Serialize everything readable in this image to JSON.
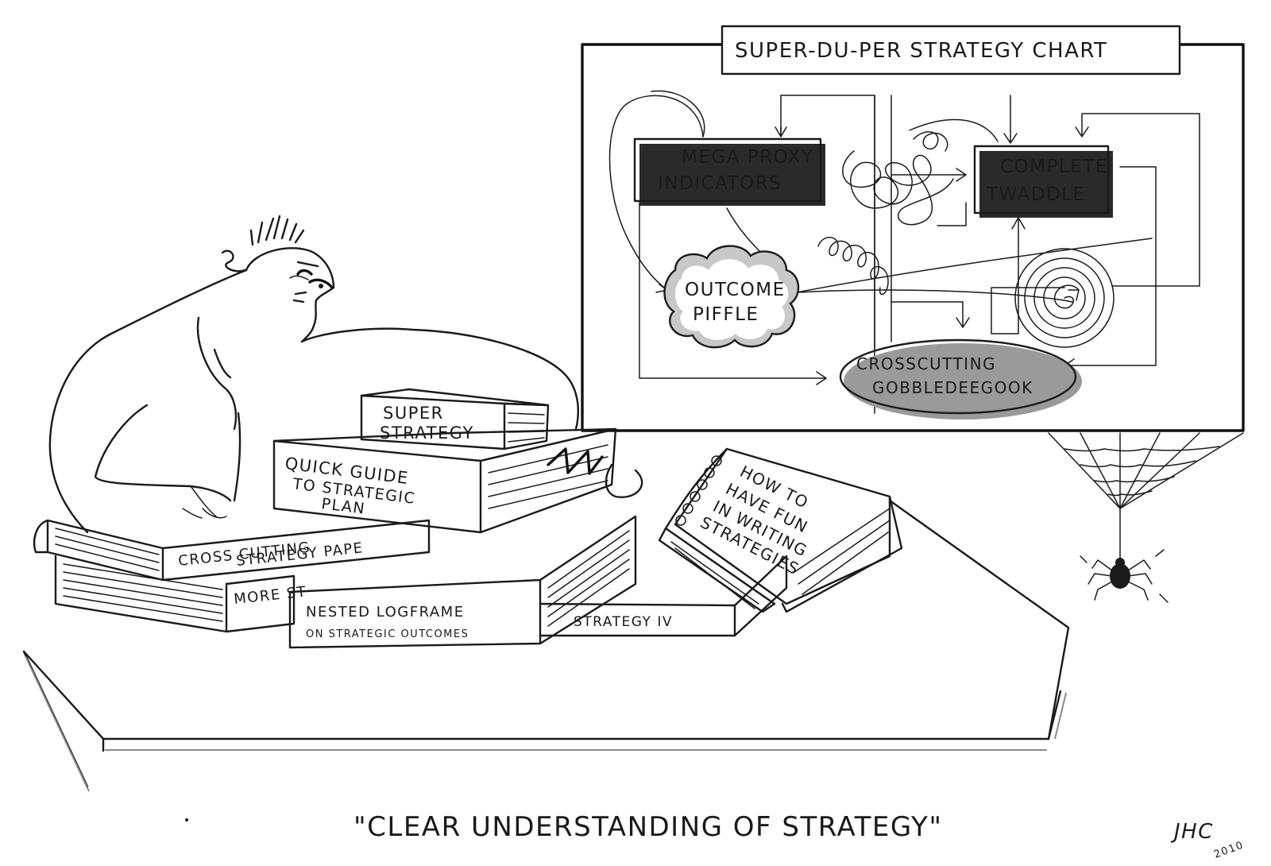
{
  "colors": {
    "ink": "#1a1a1a",
    "paper": "#ffffff",
    "shade": "#8a8a8a",
    "cloud_fill": "#c8c8c8"
  },
  "chart": {
    "title": "SUPER-DU-PER STRATEGY CHART",
    "boxes": {
      "mega_line1": "MEGA PROXY",
      "mega_line2": "INDICATORS",
      "twaddle_line1": "COMPLETE",
      "twaddle_line2": "TWADDLE",
      "piffle_line1": "OUTCOME",
      "piffle_line2": "PIFFLE",
      "gobble_line1": "CROSSCUTTING",
      "gobble_line2": "GOBBLEDEEGOOK"
    }
  },
  "books": {
    "super_line1": "SUPER",
    "super_line2": "STRATEGY",
    "quick_line1": "QUICK GUIDE",
    "quick_line2": "TO STRATEGIC",
    "quick_line3": "PLAN",
    "cross_line1": "CROSS CUTTING",
    "cross_line2": "STRATEGY PAPE",
    "more": "MORE ST",
    "nested_line1": "NESTED LOGFRAME",
    "nested_line2": "ON STRATEGIC OUTCOMES",
    "strategy_iv": "STRATEGY IV",
    "fun_line1": "HOW TO",
    "fun_line2": "HAVE FUN",
    "fun_line3": "IN WRITING",
    "fun_line4": "STRATEGIES"
  },
  "caption": "\"CLEAR UNDERSTANDING OF STRATEGY\"",
  "signature": {
    "initials": "JHC",
    "year": "2010"
  }
}
